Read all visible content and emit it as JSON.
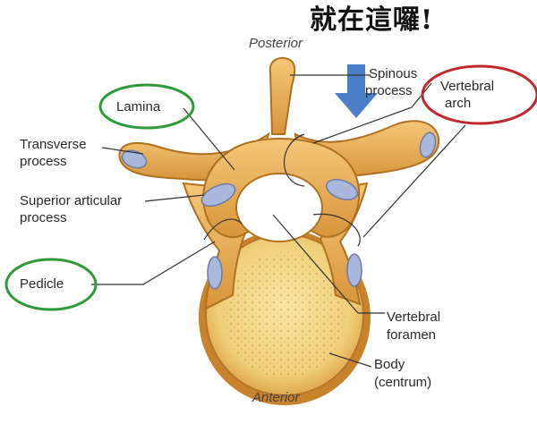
{
  "annotation": {
    "text": "就在這囉!"
  },
  "orientation": {
    "posterior": "Posterior",
    "anterior": "Anterior"
  },
  "labels": {
    "lamina": "Lamina",
    "transverse_1": "Transverse",
    "transverse_2": "process",
    "superior_1": "Superior articular",
    "superior_2": "process",
    "pedicle": "Pedicle",
    "spinous_1": "Spinous",
    "spinous_2": "process",
    "arch_1": "Vertebral",
    "arch_2": "arch",
    "foramen_1": "Vertebral",
    "foramen_2": "foramen",
    "body_1": "Body",
    "body_2": "(centrum)"
  },
  "colors": {
    "bone": "#e9b25e",
    "bone_dark": "#b5731f",
    "body_fill": "#f3d98a",
    "cartilage": "#a9b8dc",
    "arrow": "#4a7fc8",
    "green_circle": "#2e9a3a",
    "red_circle": "#c0282f"
  }
}
